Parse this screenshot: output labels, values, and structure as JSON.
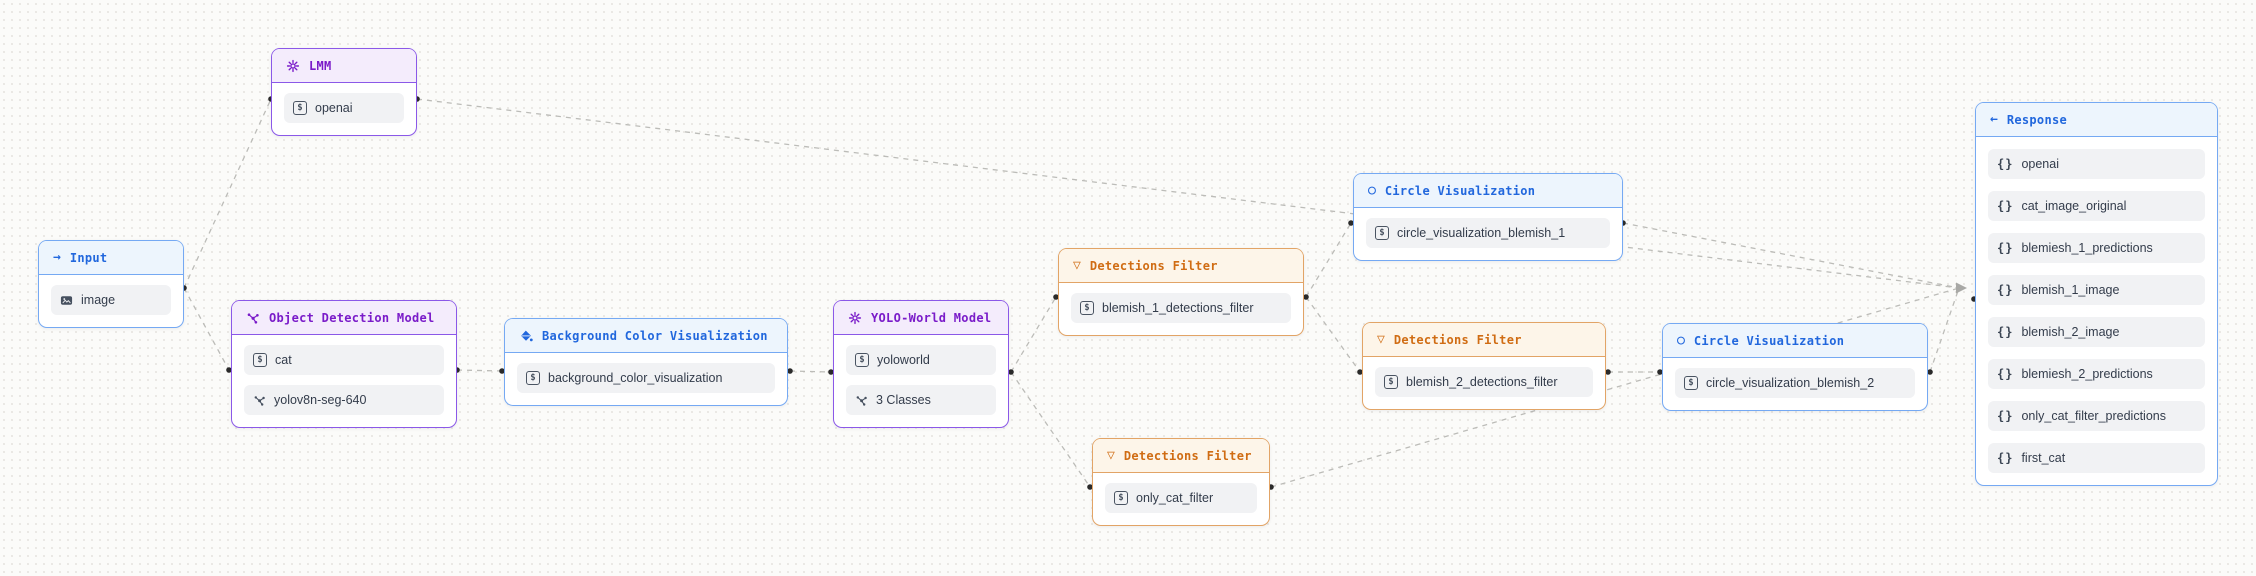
{
  "app": {
    "view": "workflow-canvas"
  },
  "icons": {
    "arrow_right": "→",
    "arrow_left": "←",
    "funnel": "▽",
    "circle": "○",
    "string": "$",
    "braces": "{}"
  },
  "colors": {
    "purple_border": "#8b58e8",
    "purple_text": "#7a1bc9",
    "purple_header_bg": "#f4ecfc",
    "blue_border": "#75a9f3",
    "blue_text": "#2167dd",
    "blue_header_bg": "#edf5fd",
    "orange_border": "#e2a466",
    "orange_text": "#d06c13",
    "orange_header_bg": "#fdf5e9",
    "item_bg": "#f1f2f4",
    "edge": "#bcbcb8",
    "canvas_bg": "#fbfbf9"
  },
  "nodes": [
    {
      "id": "input",
      "title": "Input",
      "icon": "arrow-right",
      "items": [
        {
          "icon": "image",
          "label": "image"
        }
      ]
    },
    {
      "id": "lmm",
      "title": "LMM",
      "icon": "gear",
      "items": [
        {
          "icon": "string",
          "label": "openai"
        }
      ]
    },
    {
      "id": "object-detection-model",
      "title": "Object Detection Model",
      "icon": "molecule",
      "items": [
        {
          "icon": "string",
          "label": "cat"
        },
        {
          "icon": "molecule",
          "label": "yolov8n-seg-640"
        }
      ]
    },
    {
      "id": "background-color-visualization",
      "title": "Background Color Visualization",
      "icon": "paint-bucket",
      "items": [
        {
          "icon": "string",
          "label": "background_color_visualization"
        }
      ]
    },
    {
      "id": "yolo-world-model",
      "title": "YOLO-World Model",
      "icon": "gear",
      "items": [
        {
          "icon": "string",
          "label": "yoloworld"
        },
        {
          "icon": "molecule",
          "label": "3 Classes"
        }
      ]
    },
    {
      "id": "detections-filter-blemish-1",
      "title": "Detections Filter",
      "icon": "funnel",
      "items": [
        {
          "icon": "string",
          "label": "blemish_1_detections_filter"
        }
      ]
    },
    {
      "id": "circle-visualization-blemish-1",
      "title": "Circle Visualization",
      "icon": "circle",
      "items": [
        {
          "icon": "string",
          "label": "circle_visualization_blemish_1"
        }
      ]
    },
    {
      "id": "detections-filter-blemish-2",
      "title": "Detections Filter",
      "icon": "funnel",
      "items": [
        {
          "icon": "string",
          "label": "blemish_2_detections_filter"
        }
      ]
    },
    {
      "id": "circle-visualization-blemish-2",
      "title": "Circle Visualization",
      "icon": "circle",
      "items": [
        {
          "icon": "string",
          "label": "circle_visualization_blemish_2"
        }
      ]
    },
    {
      "id": "detections-filter-only-cat",
      "title": "Detections Filter",
      "icon": "funnel",
      "items": [
        {
          "icon": "string",
          "label": "only_cat_filter"
        }
      ]
    },
    {
      "id": "response",
      "title": "Response",
      "icon": "arrow-left",
      "items": [
        {
          "icon": "braces",
          "label": "openai"
        },
        {
          "icon": "braces",
          "label": "cat_image_original"
        },
        {
          "icon": "braces",
          "label": "blemiesh_1_predictions"
        },
        {
          "icon": "braces",
          "label": "blemish_1_image"
        },
        {
          "icon": "braces",
          "label": "blemish_2_image"
        },
        {
          "icon": "braces",
          "label": "blemiesh_2_predictions"
        },
        {
          "icon": "braces",
          "label": "only_cat_filter_predictions"
        },
        {
          "icon": "braces",
          "label": "first_cat"
        }
      ]
    }
  ],
  "connections": [
    {
      "from": "input",
      "to": "lmm"
    },
    {
      "from": "input",
      "to": "object-detection-model"
    },
    {
      "from": "lmm",
      "to": "response"
    },
    {
      "from": "object-detection-model",
      "to": "background-color-visualization"
    },
    {
      "from": "background-color-visualization",
      "to": "yolo-world-model"
    },
    {
      "from": "yolo-world-model",
      "to": "detections-filter-blemish-1"
    },
    {
      "from": "yolo-world-model",
      "to": "detections-filter-only-cat"
    },
    {
      "from": "detections-filter-blemish-1",
      "to": "circle-visualization-blemish-1"
    },
    {
      "from": "detections-filter-blemish-1",
      "to": "detections-filter-blemish-2"
    },
    {
      "from": "detections-filter-blemish-2",
      "to": "circle-visualization-blemish-2"
    },
    {
      "from": "circle-visualization-blemish-1",
      "to": "response"
    },
    {
      "from": "circle-visualization-blemish-2",
      "to": "response"
    },
    {
      "from": "detections-filter-only-cat",
      "to": "response"
    }
  ]
}
